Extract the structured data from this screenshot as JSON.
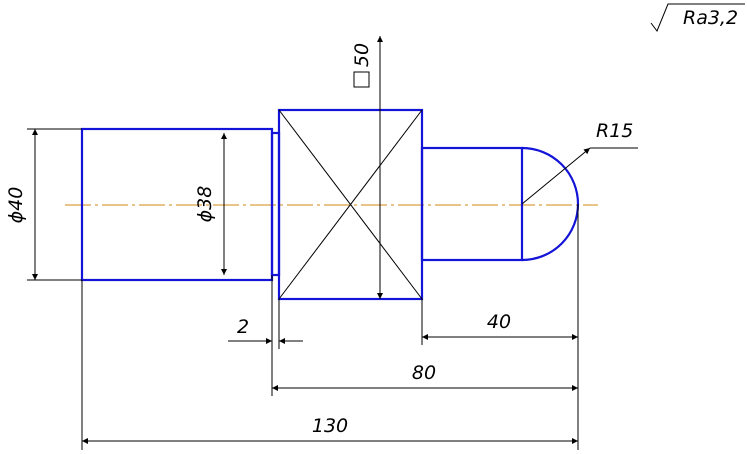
{
  "roughness": {
    "symbol_text": "Ra3,2"
  },
  "dimensions": {
    "dia_main": "ϕ40",
    "dia_neck": "ϕ38",
    "square": "50",
    "radius": "R15",
    "groove_width": "2",
    "tip_length": "40",
    "middle_length": "80",
    "overall_length": "130"
  },
  "colors": {
    "outline": "#1414d8",
    "centerline": "#d08a10",
    "dimension": "#000000"
  }
}
